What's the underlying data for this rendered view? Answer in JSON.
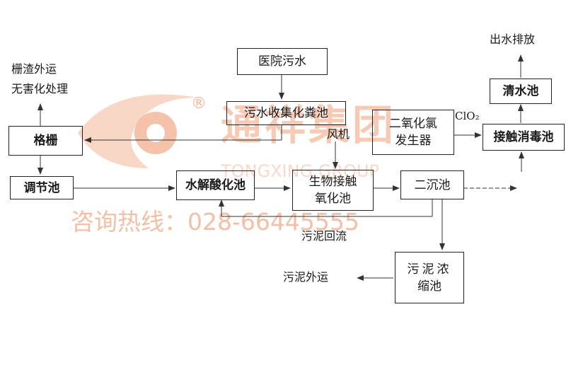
{
  "nodes": {
    "hospital_sewage": "医院污水",
    "collection_tank": "污水收集化粪池",
    "grille": "格栅",
    "regulating_tank": "调节池",
    "hydrolysis_tank": "水解酸化池",
    "bio_oxidation_line1": "生物接触",
    "bio_oxidation_line2": "氧化池",
    "secondary_clarifier": "二沉池",
    "clo2_generator_line1": "二氧化氯",
    "clo2_generator_line2": "发生器",
    "contact_disinfection_tank": "接触消毒池",
    "clear_water_tank": "清水池",
    "sludge_thickener_line1": "污泥浓",
    "sludge_thickener_line2": "缩池"
  },
  "labels": {
    "screenings_line1": "栅渣外运",
    "screenings_line2": "无害化处理",
    "blower": "风机",
    "clo2": "ClO₂",
    "discharge": "出水排放",
    "sludge_return": "污泥回流",
    "sludge_out": "污泥外运"
  },
  "watermark": {
    "company": "通祥集团",
    "company_en": "TONGXING GROUP",
    "hotline": "咨询热线：028-66445555",
    "color": "#f3b496"
  }
}
